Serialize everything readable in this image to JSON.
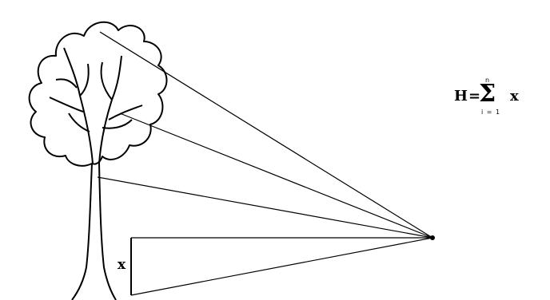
{
  "formula": {
    "lhs": "H",
    "equals": "=",
    "sum_symbol": "Σ",
    "upper_limit": "n",
    "lower_limit": "i = 1",
    "term": "x"
  },
  "segment_label": "x",
  "colors": {
    "line": "#000000",
    "background": "#ffffff"
  },
  "icons": [
    "tree-icon",
    "observer-point-icon"
  ]
}
